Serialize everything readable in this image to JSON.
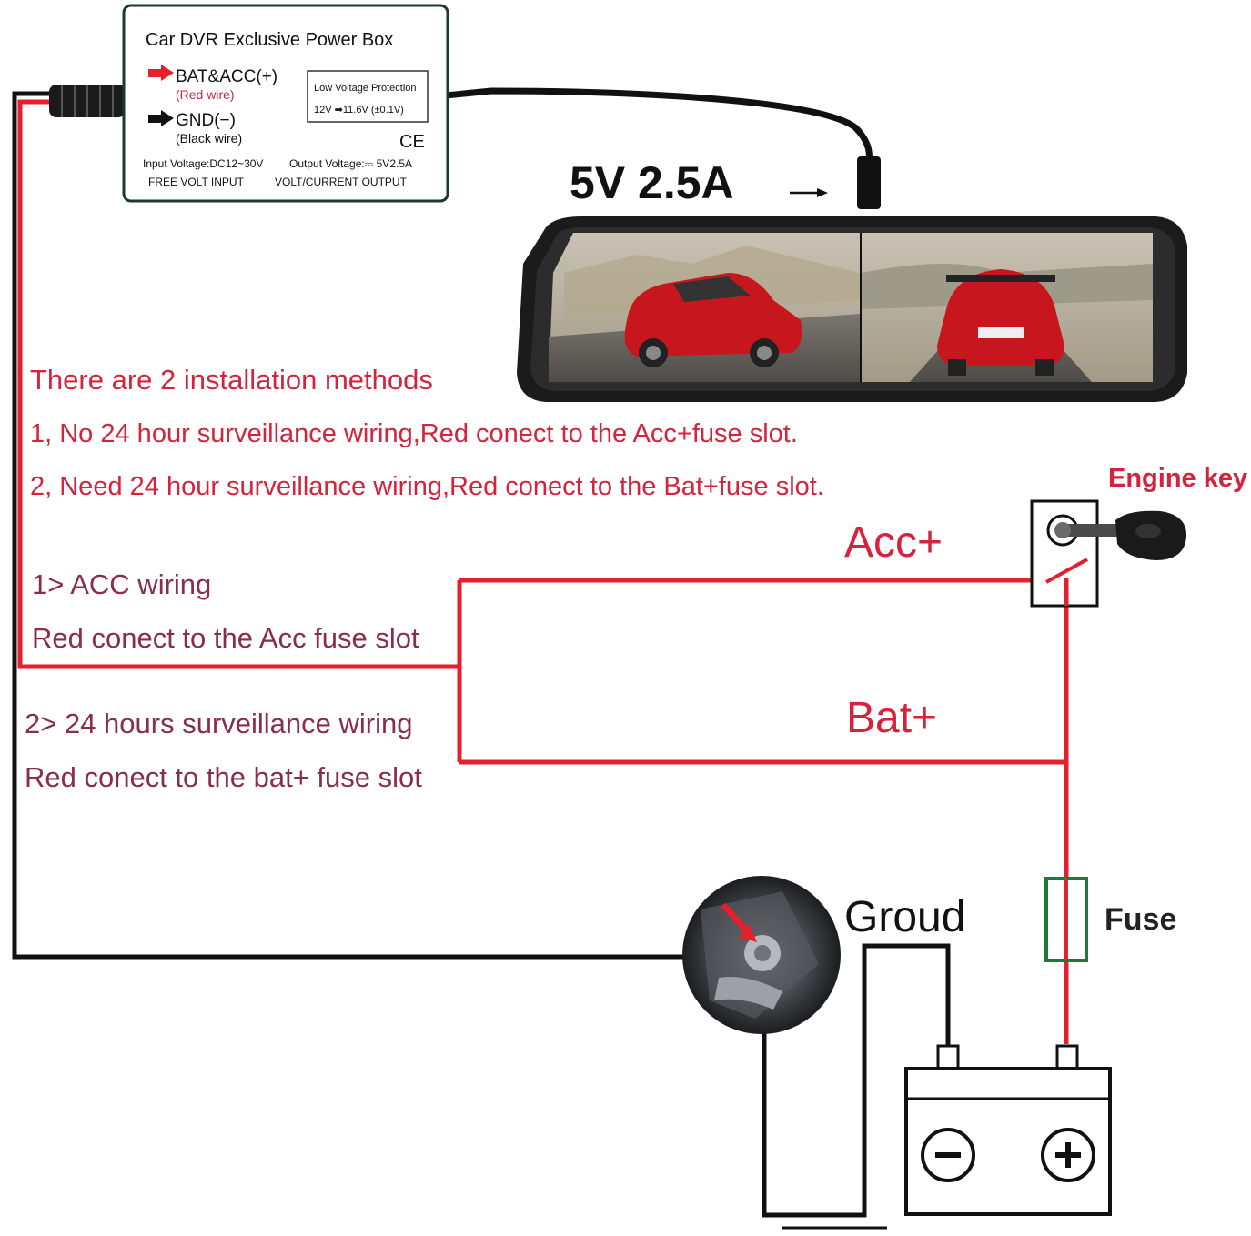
{
  "power_box": {
    "title": "Car DVR Exclusive Power Box",
    "bat_label": "BAT&ACC(+)",
    "bat_sub": "(Red wire)",
    "gnd_label": "GND(−)",
    "gnd_sub": "(Black wire)",
    "protection_title": "Low Voltage Protection",
    "protection_value": "12V ➡11.6V (±0.1V)",
    "ce_mark": "CE",
    "input_voltage": "Input Voltage:DC12~30V",
    "output_voltage": "Output Voltage:⎓ 5V2.5A",
    "free_volt": "FREE VOLT INPUT",
    "volt_current": "VOLT/CURRENT OUTPUT"
  },
  "output_spec": "5V 2.5A",
  "instructions": {
    "heading": "There are 2 installation methods",
    "method_1": "1, No 24 hour surveillance wiring,Red conect to the Acc+fuse slot.",
    "method_2": "2, Need 24 hour surveillance wiring,Red conect to the Bat+fuse slot."
  },
  "acc_wiring": {
    "title": "1> ACC wiring",
    "desc": "Red conect to the Acc fuse slot"
  },
  "bat_wiring": {
    "title": "2> 24 hours surveillance wiring",
    "desc": "Red conect to the bat+ fuse slot"
  },
  "labels": {
    "acc": "Acc+",
    "bat": "Bat+",
    "engine_key": "Engine key",
    "fuse": "Fuse",
    "ground": "Groud",
    "minus": "−",
    "plus": "+"
  },
  "colors": {
    "red_wire": "#e3202c",
    "black_wire": "#111111",
    "note_text": "#8a2c4e",
    "fuse": "#1f7a3a"
  }
}
